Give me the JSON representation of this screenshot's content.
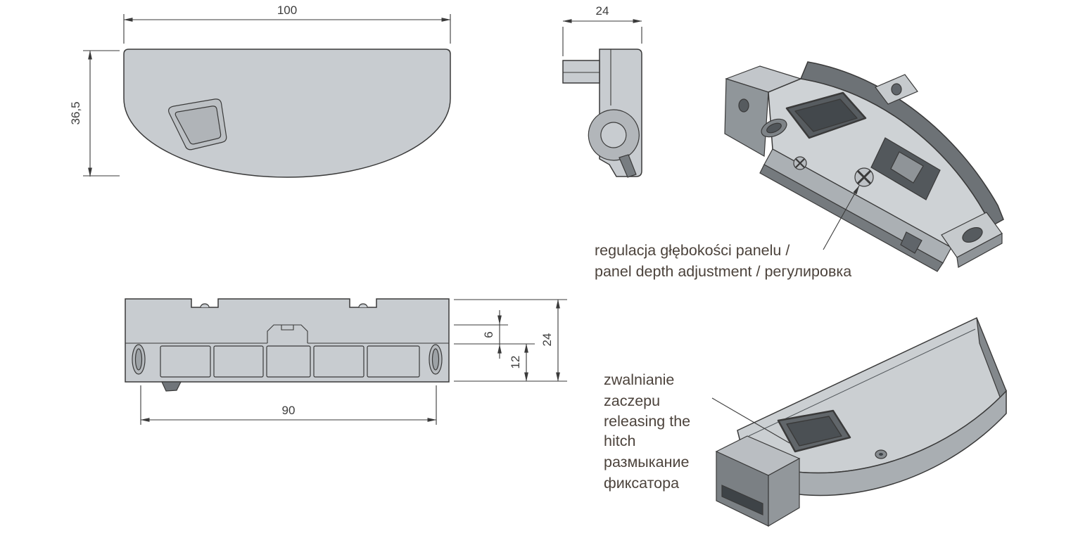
{
  "dimensions": {
    "top_view": {
      "width": "100",
      "height": "36,5"
    },
    "side_view": {
      "depth": "24"
    },
    "front_view": {
      "hole_spacing": "90",
      "step_height": "6",
      "panel_height": "12",
      "total_height": "24"
    }
  },
  "annotations": {
    "depth_adjustment": {
      "lines": [
        "regulacja głębokości panelu /",
        "panel depth adjustment / регулировка"
      ]
    },
    "hitch_release": {
      "lines": [
        "zwalnianie",
        "zaczepu",
        "releasing the",
        "hitch",
        "размыкание",
        "фиксатора"
      ]
    }
  },
  "icons": {
    "adjustment_screw": "phillips-screw",
    "leader": "arrowhead"
  },
  "colors": {
    "line": "#3a3a3a",
    "dimension_text": "#3d3d3d",
    "annotation_text": "#4c433c",
    "fill_light": "#c8ccd0",
    "fill_mid": "#a4a9ad",
    "fill_dark": "#6d7276",
    "background": "#ffffff"
  }
}
